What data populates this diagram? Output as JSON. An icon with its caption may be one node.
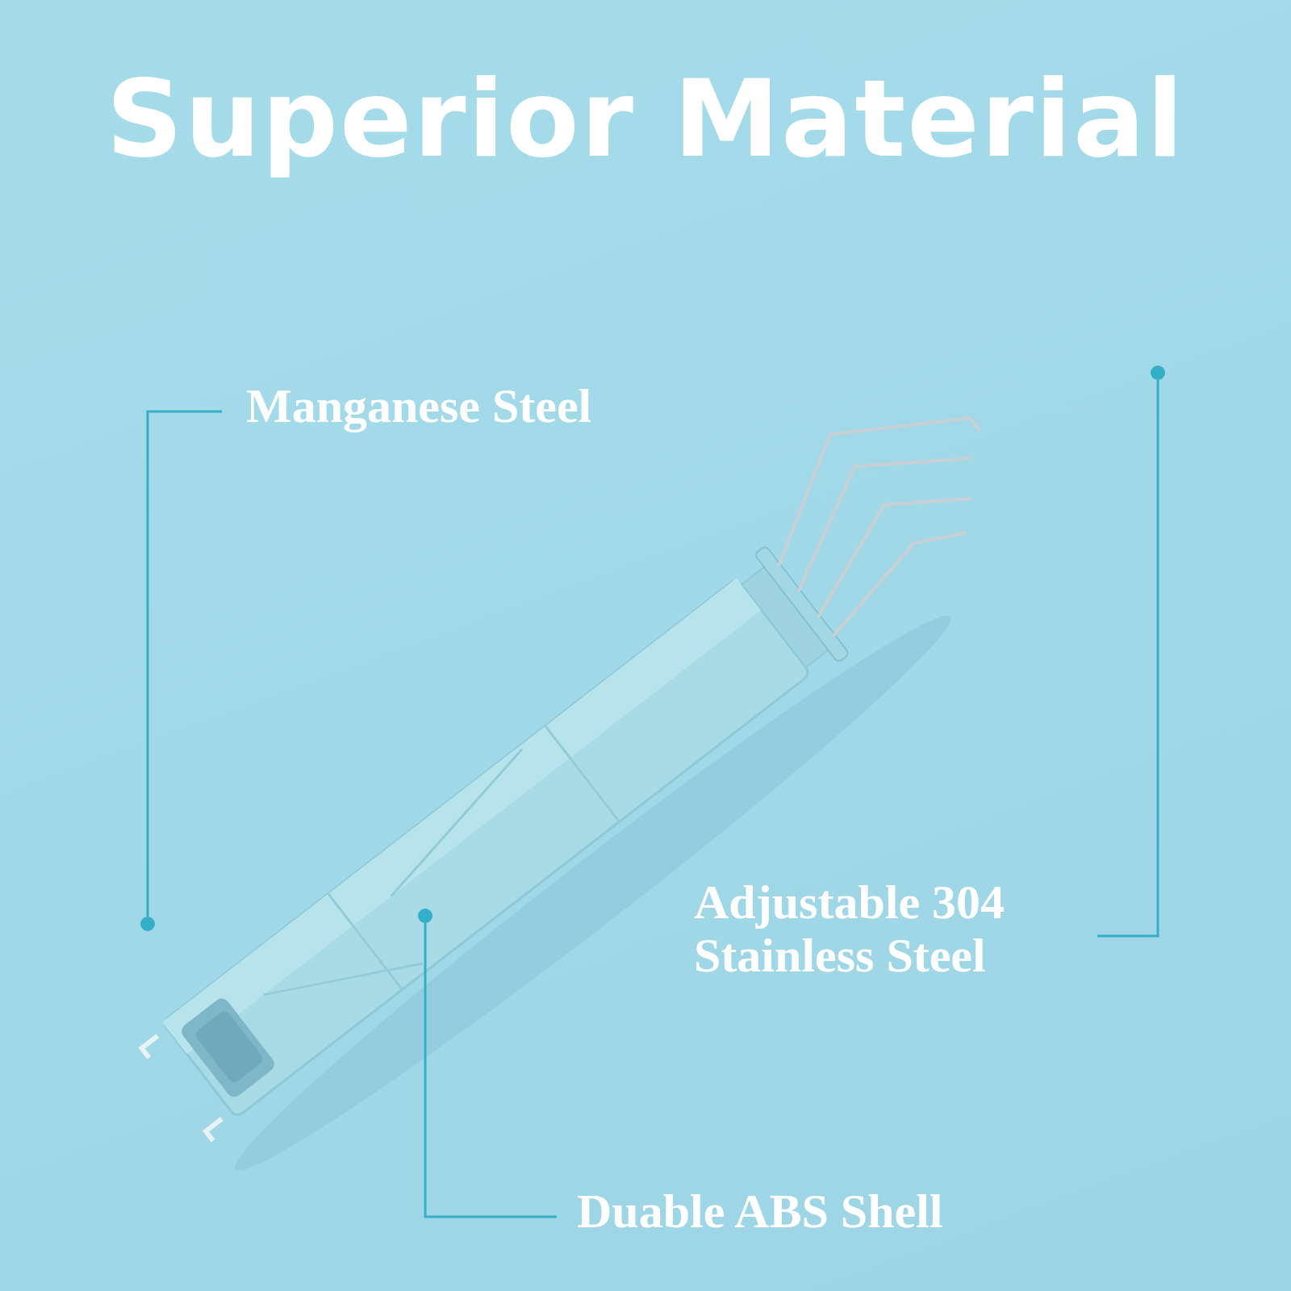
{
  "diagram": {
    "title": "Superior Material",
    "nodes": [
      {
        "text": [
          "Manganese Steel"
        ]
      },
      {
        "text": [],
        "shape": "circle"
      },
      {
        "text": [
          "Adjustable 304 Stainless Steel"
        ]
      },
      {
        "text": [],
        "shape": "circle"
      },
      {
        "text": [
          "Duable ABS Shell"
        ]
      },
      {
        "text": [],
        "shape": "circle"
      }
    ],
    "edges": [
      {
        "from": 0,
        "to": 1,
        "arrow": "none"
      },
      {
        "from": 2,
        "to": 3,
        "arrow": "none"
      },
      {
        "from": 4,
        "to": 5,
        "arrow": "none"
      }
    ]
  }
}
